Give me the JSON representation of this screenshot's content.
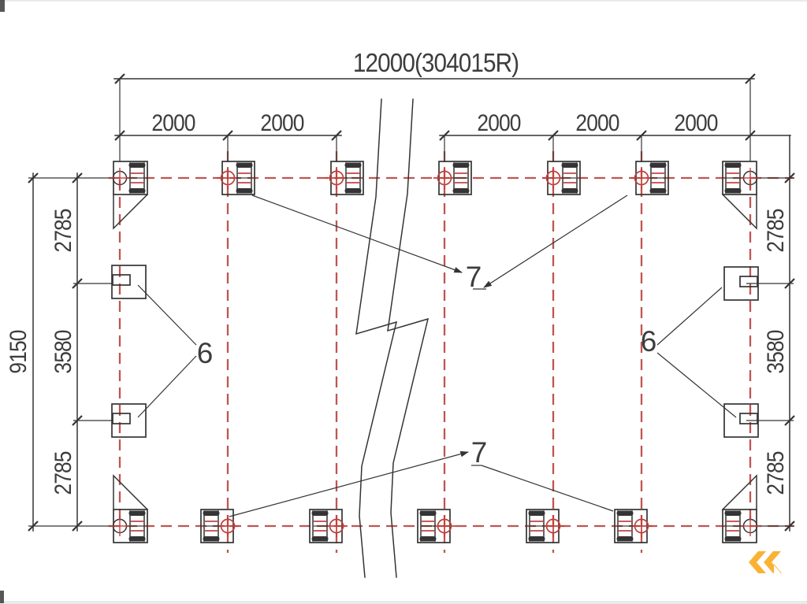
{
  "title": {
    "overall_dimension": "12000(304015R)"
  },
  "dimensions": {
    "bays_top": [
      "2000",
      "2000",
      "2000",
      "2000",
      "2000"
    ],
    "left_overall": "9150",
    "left_segments": [
      "2785",
      "3580",
      "2785"
    ],
    "right_segments": [
      "2785",
      "3580",
      "2785"
    ]
  },
  "callouts": {
    "anchor_top": "7",
    "anchor_bottom": "7",
    "wall_left": "6",
    "wall_right": "6"
  },
  "colors": {
    "line": "#343434",
    "centerline": "#bf5551",
    "accent_red": "#c0403c",
    "text": "#3d3d3d",
    "logo": "#f9b233",
    "background": "#ffffff"
  },
  "icons": {
    "logo": "double-left-chevron-logo"
  }
}
